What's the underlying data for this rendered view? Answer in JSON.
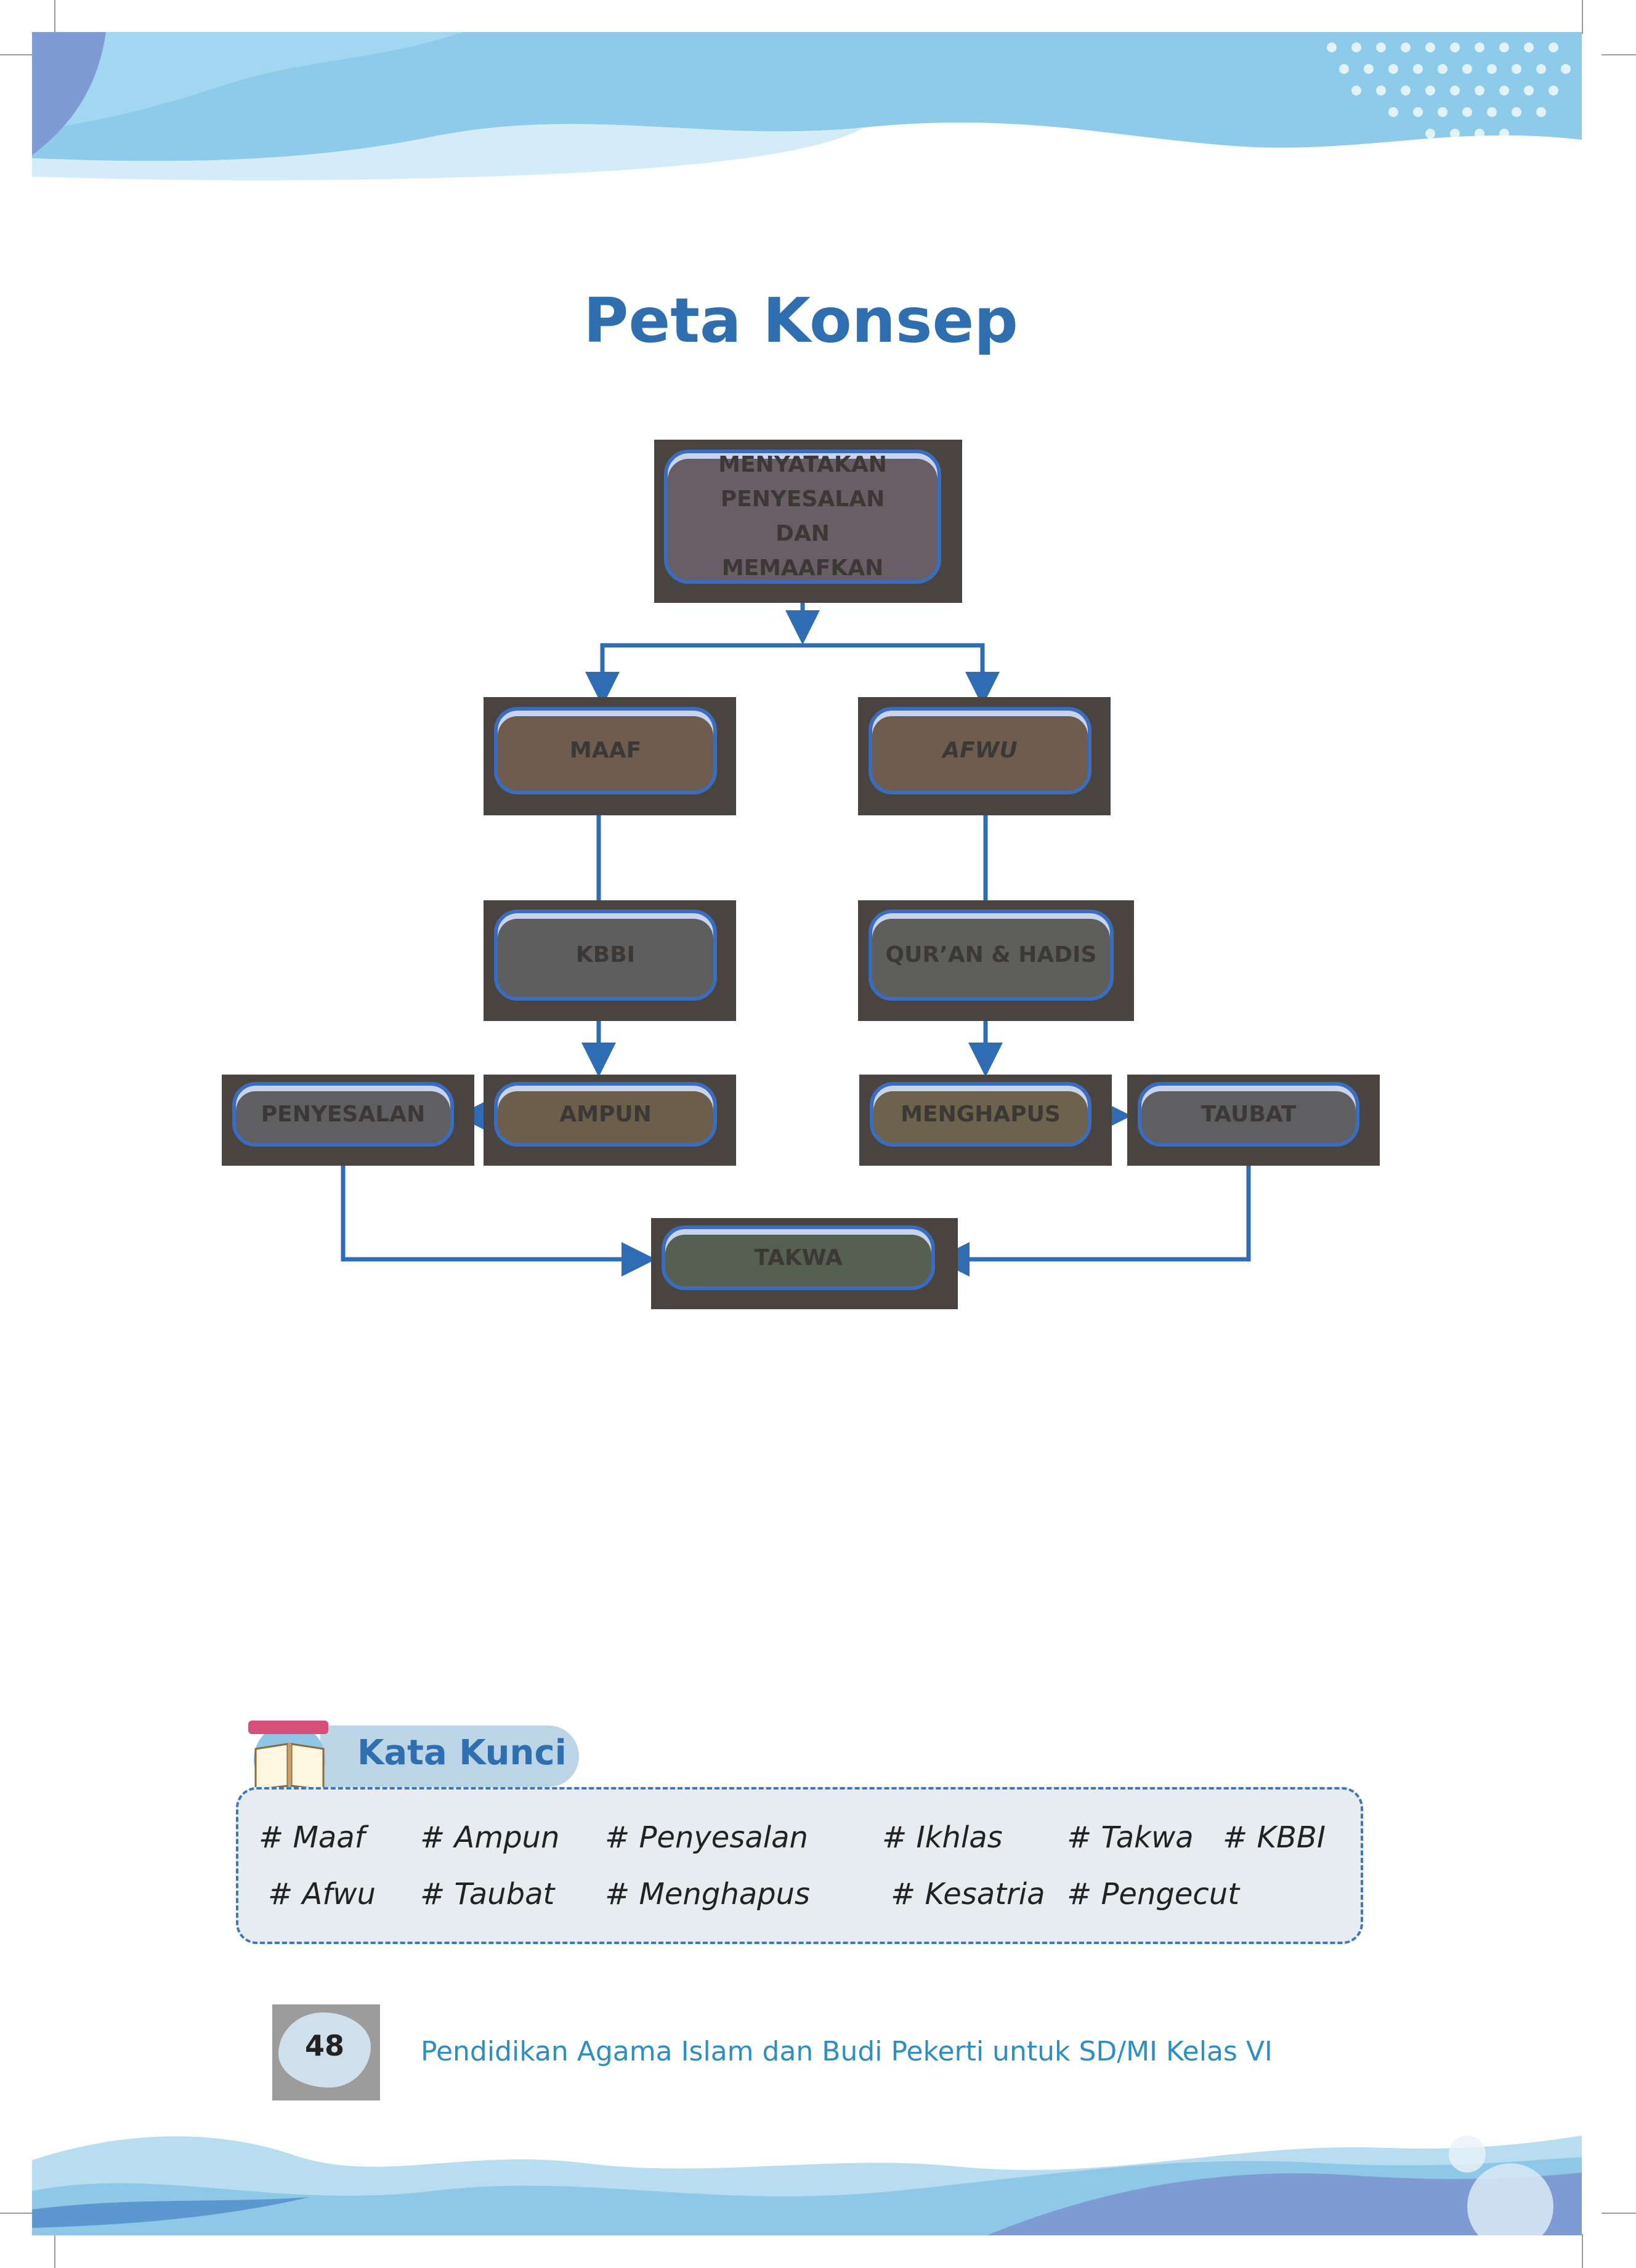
{
  "page_title": "Peta Konsep",
  "concept_map": {
    "root": "MENYATAKAN PENYESALAN DAN MEMAAFKAN",
    "maaf": "MAAF",
    "afwu": "AFWU",
    "kbbi": "KBBI",
    "quran_hadis": "QUR’AN & HADIS",
    "ampun": "AMPUN",
    "penyesalan": "PENYESALAN",
    "menghapus": "MENGHAPUS",
    "taubat": "TAUBAT",
    "takwa": "TAKWA"
  },
  "kata_kunci": {
    "title": "Kata Kunci",
    "keywords_row1": [
      "# Maaf",
      "# Ampun",
      "# Penyesalan",
      "# Ikhlas",
      "# Takwa",
      "# KBBI"
    ],
    "keywords_row2": [
      "# Afwu",
      "# Taubat",
      "# Menghapus",
      "# Kesatria",
      "# Pengecut"
    ]
  },
  "footer": {
    "page_number": "48",
    "book_title": "Pendidikan Agama Islam dan Budi Pekerti untuk SD/MI Kelas VI"
  },
  "colors": {
    "title_blue": "#2f6faf",
    "connector_blue": "#2e6db4",
    "footer_text": "#2c8fc0"
  }
}
